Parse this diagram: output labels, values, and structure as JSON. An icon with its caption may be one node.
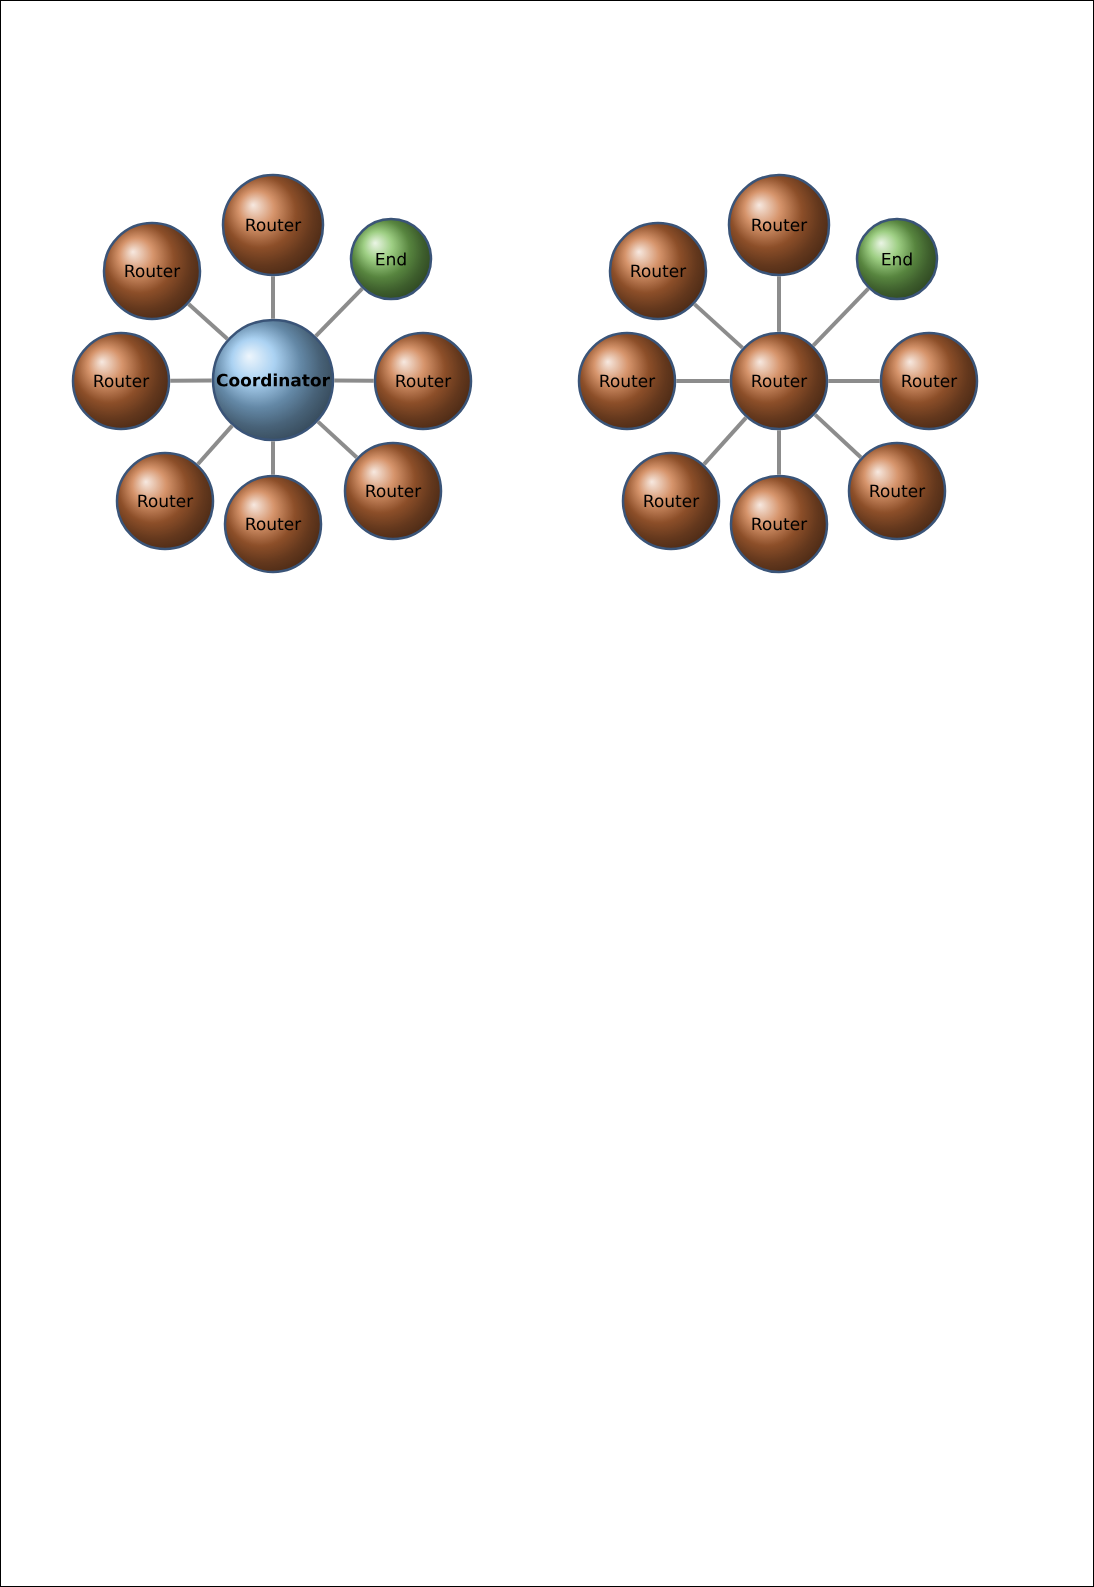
{
  "diagram": {
    "nodes": [
      {
        "text": [
          "Coordinator"
        ]
      },
      {
        "text": [
          "Router"
        ]
      },
      {
        "text": [
          "Router"
        ]
      },
      {
        "text": [
          "End"
        ]
      },
      {
        "text": [
          "Router"
        ]
      },
      {
        "text": [
          "Router"
        ]
      },
      {
        "text": [
          "Router"
        ]
      },
      {
        "text": [
          "Router"
        ]
      },
      {
        "text": [
          "Router"
        ]
      },
      {
        "text": [
          "Router"
        ]
      },
      {
        "text": [
          "Router"
        ]
      },
      {
        "text": [
          "Router"
        ]
      },
      {
        "text": [
          "End"
        ]
      },
      {
        "text": [
          "Router"
        ]
      },
      {
        "text": [
          "Router"
        ]
      },
      {
        "text": [
          "Router"
        ]
      },
      {
        "text": [
          "Router"
        ]
      },
      {
        "text": [
          "Router"
        ]
      }
    ],
    "edges": [
      {
        "from": 0,
        "to": 1,
        "arrow": "none"
      },
      {
        "from": 0,
        "to": 2,
        "arrow": "none"
      },
      {
        "from": 0,
        "to": 3,
        "arrow": "none"
      },
      {
        "from": 0,
        "to": 4,
        "arrow": "none"
      },
      {
        "from": 0,
        "to": 5,
        "arrow": "none"
      },
      {
        "from": 0,
        "to": 6,
        "arrow": "none"
      },
      {
        "from": 0,
        "to": 7,
        "arrow": "none"
      },
      {
        "from": 0,
        "to": 8,
        "arrow": "none"
      },
      {
        "from": 9,
        "to": 10,
        "arrow": "none"
      },
      {
        "from": 9,
        "to": 11,
        "arrow": "none"
      },
      {
        "from": 9,
        "to": 12,
        "arrow": "none"
      },
      {
        "from": 9,
        "to": 13,
        "arrow": "none"
      },
      {
        "from": 9,
        "to": 14,
        "arrow": "none"
      },
      {
        "from": 9,
        "to": 15,
        "arrow": "none"
      },
      {
        "from": 9,
        "to": 16,
        "arrow": "none"
      },
      {
        "from": 9,
        "to": 17,
        "arrow": "none"
      }
    ]
  }
}
